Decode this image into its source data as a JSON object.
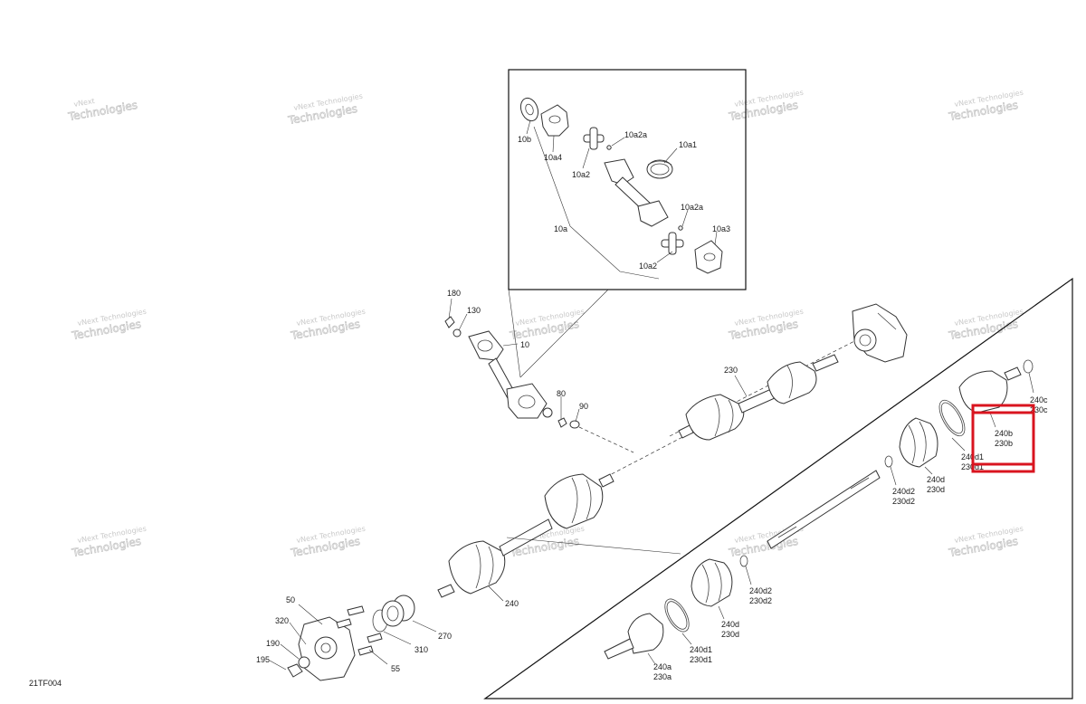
{
  "diagram": {
    "drawing_code": "21TF004",
    "highlight_color": "#d9141f",
    "watermark": {
      "line1": "vNext",
      "line2": "Technologies",
      "full": "vNext Technologies"
    },
    "labels": {
      "p10b": "10b",
      "p10a4": "10a4",
      "p10a2_top": "10a2",
      "p10a2a_top": "10a2a",
      "p10a1": "10a1",
      "p10a": "10a",
      "p10a2a_bottom": "10a2a",
      "p10a3": "10a3",
      "p10a2_bottom": "10a2",
      "p180": "180",
      "p130": "130",
      "p10": "10",
      "p80": "80",
      "p90": "90",
      "p230": "230",
      "p240": "240",
      "p50": "50",
      "p320": "320",
      "p190": "190",
      "p195": "195",
      "p55": "55",
      "p310": "310",
      "p270": "270",
      "p240c": "240c",
      "p230c": "230c",
      "p240b": "240b",
      "p230b": "230b",
      "p240d1_top": "240d1",
      "p230d1_top": "230d1",
      "p240d_top": "240d",
      "p230d_top": "230d",
      "p240d2_top": "240d2",
      "p230d2_top": "230d2",
      "p240d2_bottom": "240d2",
      "p230d2_bottom": "230d2",
      "p240d_bottom": "240d",
      "p230d_bottom": "230d",
      "p240d1_bottom": "240d1",
      "p230d1_bottom": "230d1",
      "p240a": "240a",
      "p230a": "230a"
    }
  }
}
